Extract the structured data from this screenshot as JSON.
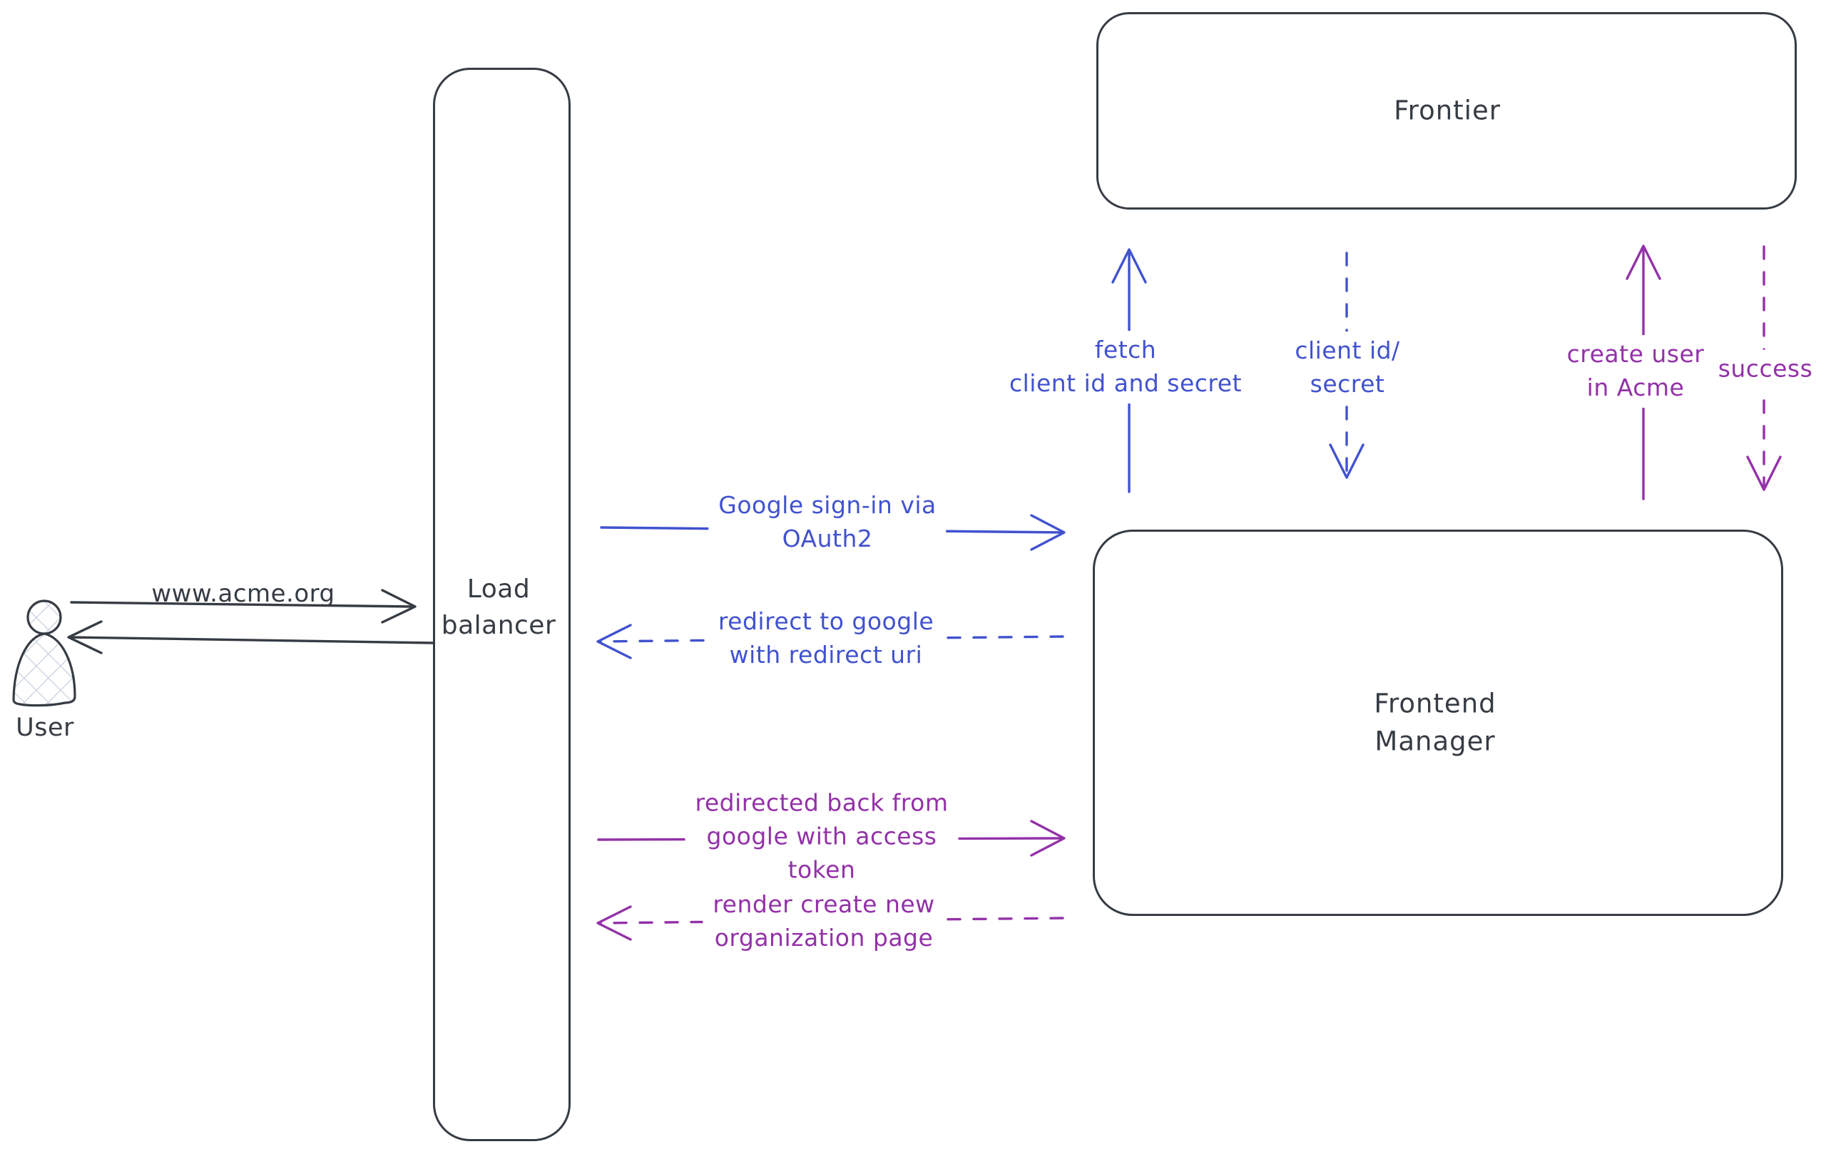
{
  "colors": {
    "ink": "#363c44",
    "blue": "#4152cf",
    "purple": "#9331a8",
    "hatch": "#c7d2e0",
    "bg": "#ffffff"
  },
  "nodes": {
    "user": {
      "label": "User"
    },
    "load_balancer": {
      "label": "Load\nbalancer"
    },
    "frontier": {
      "label": "Frontier"
    },
    "frontend_manager": {
      "label": "Frontend\nManager"
    }
  },
  "messages": {
    "acme_request": {
      "text": "www.acme.org",
      "style": "solid",
      "direction": "right",
      "color": "ink"
    },
    "lb_response": {
      "text": "",
      "style": "solid",
      "direction": "left",
      "color": "ink"
    },
    "google_signin": {
      "text": "Google sign-in via\nOAuth2",
      "style": "solid",
      "direction": "right",
      "color": "blue"
    },
    "redirect_google": {
      "text": "redirect to google\nwith redirect uri",
      "style": "dashed",
      "direction": "left",
      "color": "blue"
    },
    "fetch_secret": {
      "text": "fetch\nclient id and secret",
      "style": "solid",
      "direction": "up",
      "color": "blue"
    },
    "client_id_secret": {
      "text": "client id/\nsecret",
      "style": "dashed",
      "direction": "down",
      "color": "blue"
    },
    "redirected_back": {
      "text": "redirected back from\ngoogle with access\ntoken",
      "style": "solid",
      "direction": "right",
      "color": "purple"
    },
    "render_page": {
      "text": "render create new\norganization page",
      "style": "dashed",
      "direction": "left",
      "color": "purple"
    },
    "create_user": {
      "text": "create user\nin Acme",
      "style": "solid",
      "direction": "up",
      "color": "purple"
    },
    "success": {
      "text": "success",
      "style": "dashed",
      "direction": "down",
      "color": "purple"
    }
  }
}
